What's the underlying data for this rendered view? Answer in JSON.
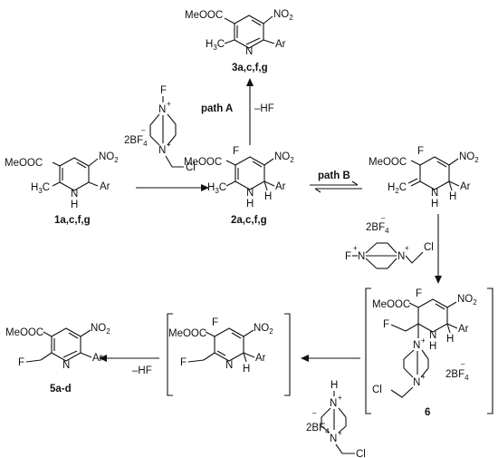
{
  "compounds": {
    "c1": {
      "label": "1a,c,f,g",
      "ester": "MeOOC",
      "nitro": "NO",
      "nitro_sub": "2",
      "methyl": "H",
      "methyl_sub": "3",
      "methyl_c": "C",
      "nh": "N",
      "nh_h": "H",
      "ar": "Ar"
    },
    "c2": {
      "label": "2a,c,f,g",
      "ester": "MeOOC",
      "f": "F",
      "nitro": "NO",
      "nitro_sub": "2",
      "methyl": "H",
      "methyl_sub": "3",
      "methyl_c": "C",
      "nh": "N",
      "nh_h": "H",
      "h": "H",
      "ar": "Ar"
    },
    "c3": {
      "label": "3a,c,f,g",
      "ester": "MeOOC",
      "nitro": "NO",
      "nitro_sub": "2",
      "methyl": "H",
      "methyl_sub": "3",
      "methyl_c": "C",
      "n": "N",
      "ar": "Ar"
    },
    "exo": {
      "ester": "MeOOC",
      "f": "F",
      "nitro": "NO",
      "nitro_sub": "2",
      "ch2": "H",
      "ch2_sub": "2",
      "ch2_c": "C",
      "n": "N",
      "h1": "H",
      "h2": "H",
      "ar": "Ar"
    },
    "c6": {
      "label": "6",
      "ester": "MeOOC",
      "f_ring": "F",
      "f_side": "F",
      "nitro": "NO",
      "nitro_sub": "2",
      "nh": "N",
      "nh_h": "H",
      "h": "H",
      "ar": "Ar",
      "n1": "N",
      "n2": "N",
      "plus": "+",
      "cl": "Cl",
      "salt": "2BF",
      "salt_sub": "4",
      "salt_minus": "–"
    },
    "imine": {
      "ester": "MeOOC",
      "f_ring": "F",
      "f_side": "F",
      "nitro": "NO",
      "nitro_sub": "2",
      "n": "N",
      "h": "H",
      "ar": "Ar"
    },
    "c5": {
      "label": "5a-d",
      "ester": "MeOOC",
      "nitro": "NO",
      "nitro_sub": "2",
      "f_side": "F",
      "n": "N",
      "ar": "Ar"
    }
  },
  "reagents": {
    "selectfluor_top": {
      "f": "F",
      "n_top": "N",
      "n_bot": "N",
      "plus": "+",
      "salt": "2BF",
      "salt_sub": "4",
      "salt_minus": "–",
      "cl": "Cl"
    },
    "selectfluor_right": {
      "f": "F",
      "n_left": "N",
      "n_right": "N",
      "plus": "+",
      "salt": "2BF",
      "salt_sub": "4",
      "salt_minus": "–",
      "cl": "Cl"
    },
    "byproduct": {
      "h": "H",
      "n_top": "N",
      "n_bot": "N",
      "plus": "+",
      "salt": "2BF",
      "salt_sub": "4",
      "salt_minus": "–",
      "cl": "Cl"
    }
  },
  "arrows": {
    "path_a": "path A",
    "hf_a": "–HF",
    "path_b": "path B",
    "hf_final": "–HF"
  }
}
